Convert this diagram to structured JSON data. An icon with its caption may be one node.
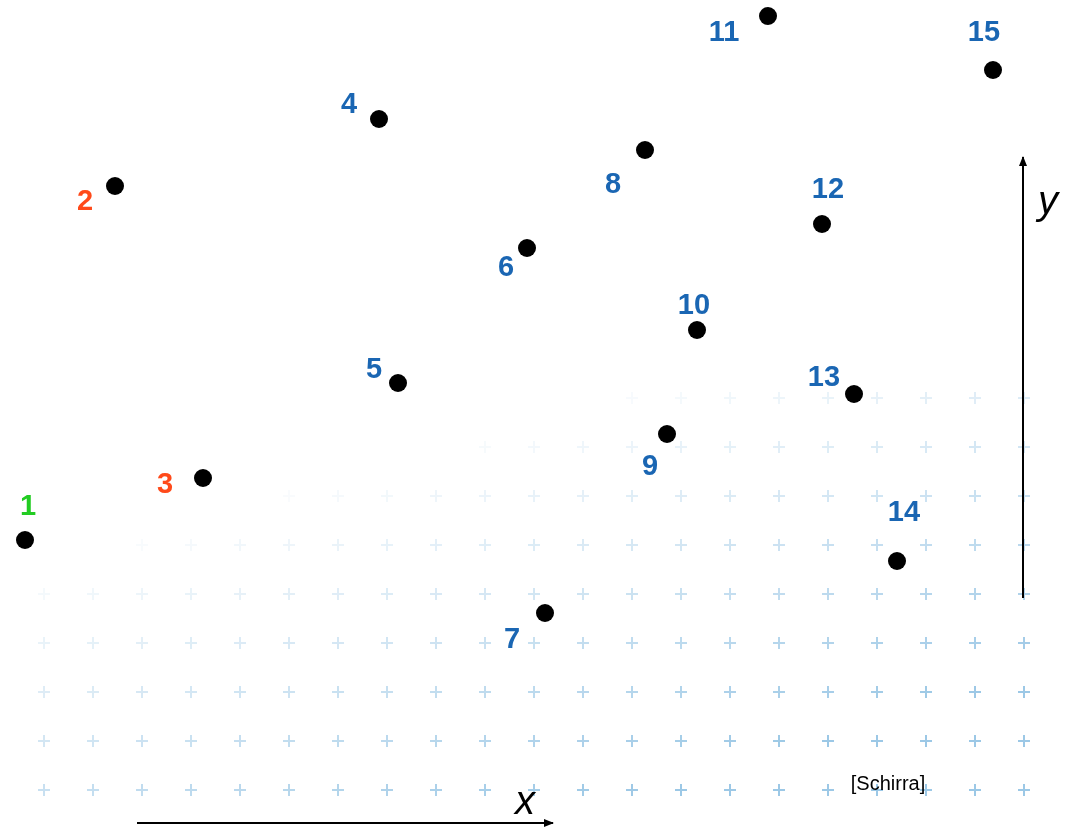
{
  "diagram": {
    "nodes": [
      {
        "text": [],
        "shape": "circle",
        "beside": [
          "1"
        ]
      },
      {
        "text": [],
        "shape": "circle",
        "beside": [
          "2"
        ]
      },
      {
        "text": [],
        "shape": "circle",
        "beside": [
          "3"
        ]
      },
      {
        "text": [],
        "shape": "circle",
        "beside": [
          "4"
        ]
      },
      {
        "text": [],
        "shape": "circle",
        "beside": [
          "5"
        ]
      },
      {
        "text": [],
        "shape": "circle",
        "beside": [
          "6"
        ]
      },
      {
        "text": [],
        "shape": "circle",
        "beside": [
          "7"
        ]
      },
      {
        "text": [],
        "shape": "circle",
        "beside": [
          "8"
        ]
      },
      {
        "text": [],
        "shape": "circle",
        "beside": [
          "9"
        ]
      },
      {
        "text": [],
        "shape": "circle",
        "beside": [
          "10"
        ]
      },
      {
        "text": [],
        "shape": "circle",
        "beside": [
          "11"
        ]
      },
      {
        "text": [],
        "shape": "circle",
        "beside": [
          "12"
        ]
      },
      {
        "text": [],
        "shape": "circle",
        "beside": [
          "13"
        ]
      },
      {
        "text": [],
        "shape": "circle",
        "beside": [
          "14"
        ]
      },
      {
        "text": [],
        "shape": "circle",
        "beside": [
          "15"
        ]
      }
    ],
    "labels": [
      "y",
      "[Schirra]",
      "x"
    ]
  }
}
